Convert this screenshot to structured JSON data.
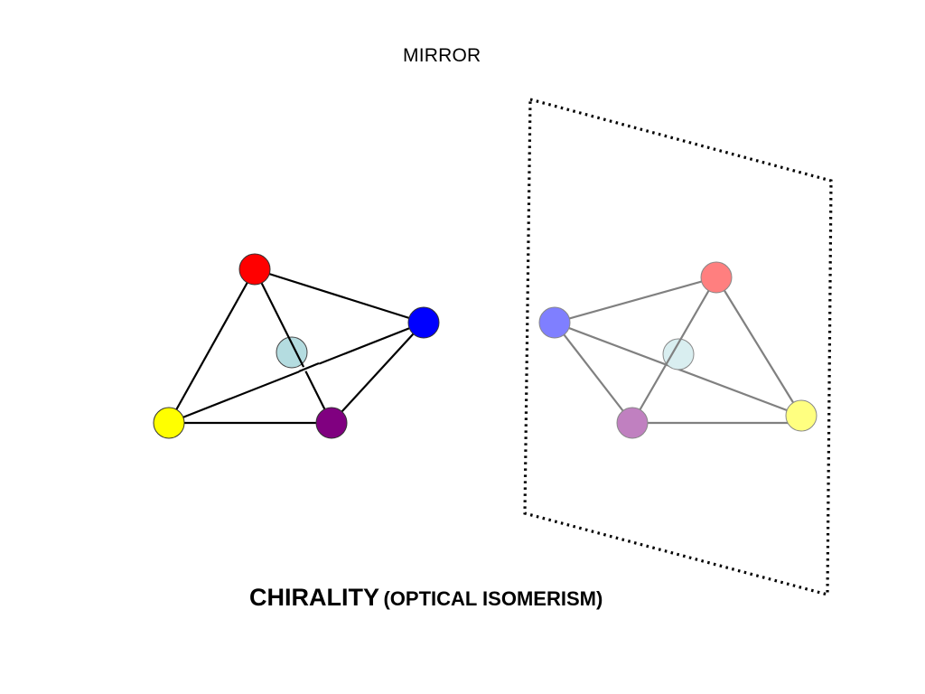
{
  "mirror_label": "MIRROR",
  "title": {
    "main": "CHIRALITY",
    "sub": "(OPTICAL ISOMERISM)"
  },
  "molecules": {
    "original": {
      "atoms": {
        "top": {
          "color": "#ff0000",
          "icon": "red-atom"
        },
        "right": {
          "color": "#0000ff",
          "icon": "blue-atom"
        },
        "center": {
          "color": "#b4dce0",
          "icon": "central-atom"
        },
        "bottom-left": {
          "color": "#ffff00",
          "icon": "yellow-atom"
        },
        "bottom-right": {
          "color": "#800080",
          "icon": "purple-atom"
        }
      },
      "bond_color": "#000000"
    },
    "mirror_image": {
      "atoms": {
        "top": {
          "color": "#ff7f7f",
          "icon": "faded-red-atom"
        },
        "left": {
          "color": "#7f7fff",
          "icon": "faded-blue-atom"
        },
        "center": {
          "color": "#d9eef0",
          "icon": "faded-central-atom"
        },
        "bottom-right": {
          "color": "#ffff80",
          "icon": "faded-yellow-atom"
        },
        "bottom-left": {
          "color": "#c080c0",
          "icon": "faded-purple-atom"
        }
      },
      "bond_color": "#808080"
    }
  },
  "mirror_plane": {
    "style": "dotted",
    "color": "#000000"
  }
}
